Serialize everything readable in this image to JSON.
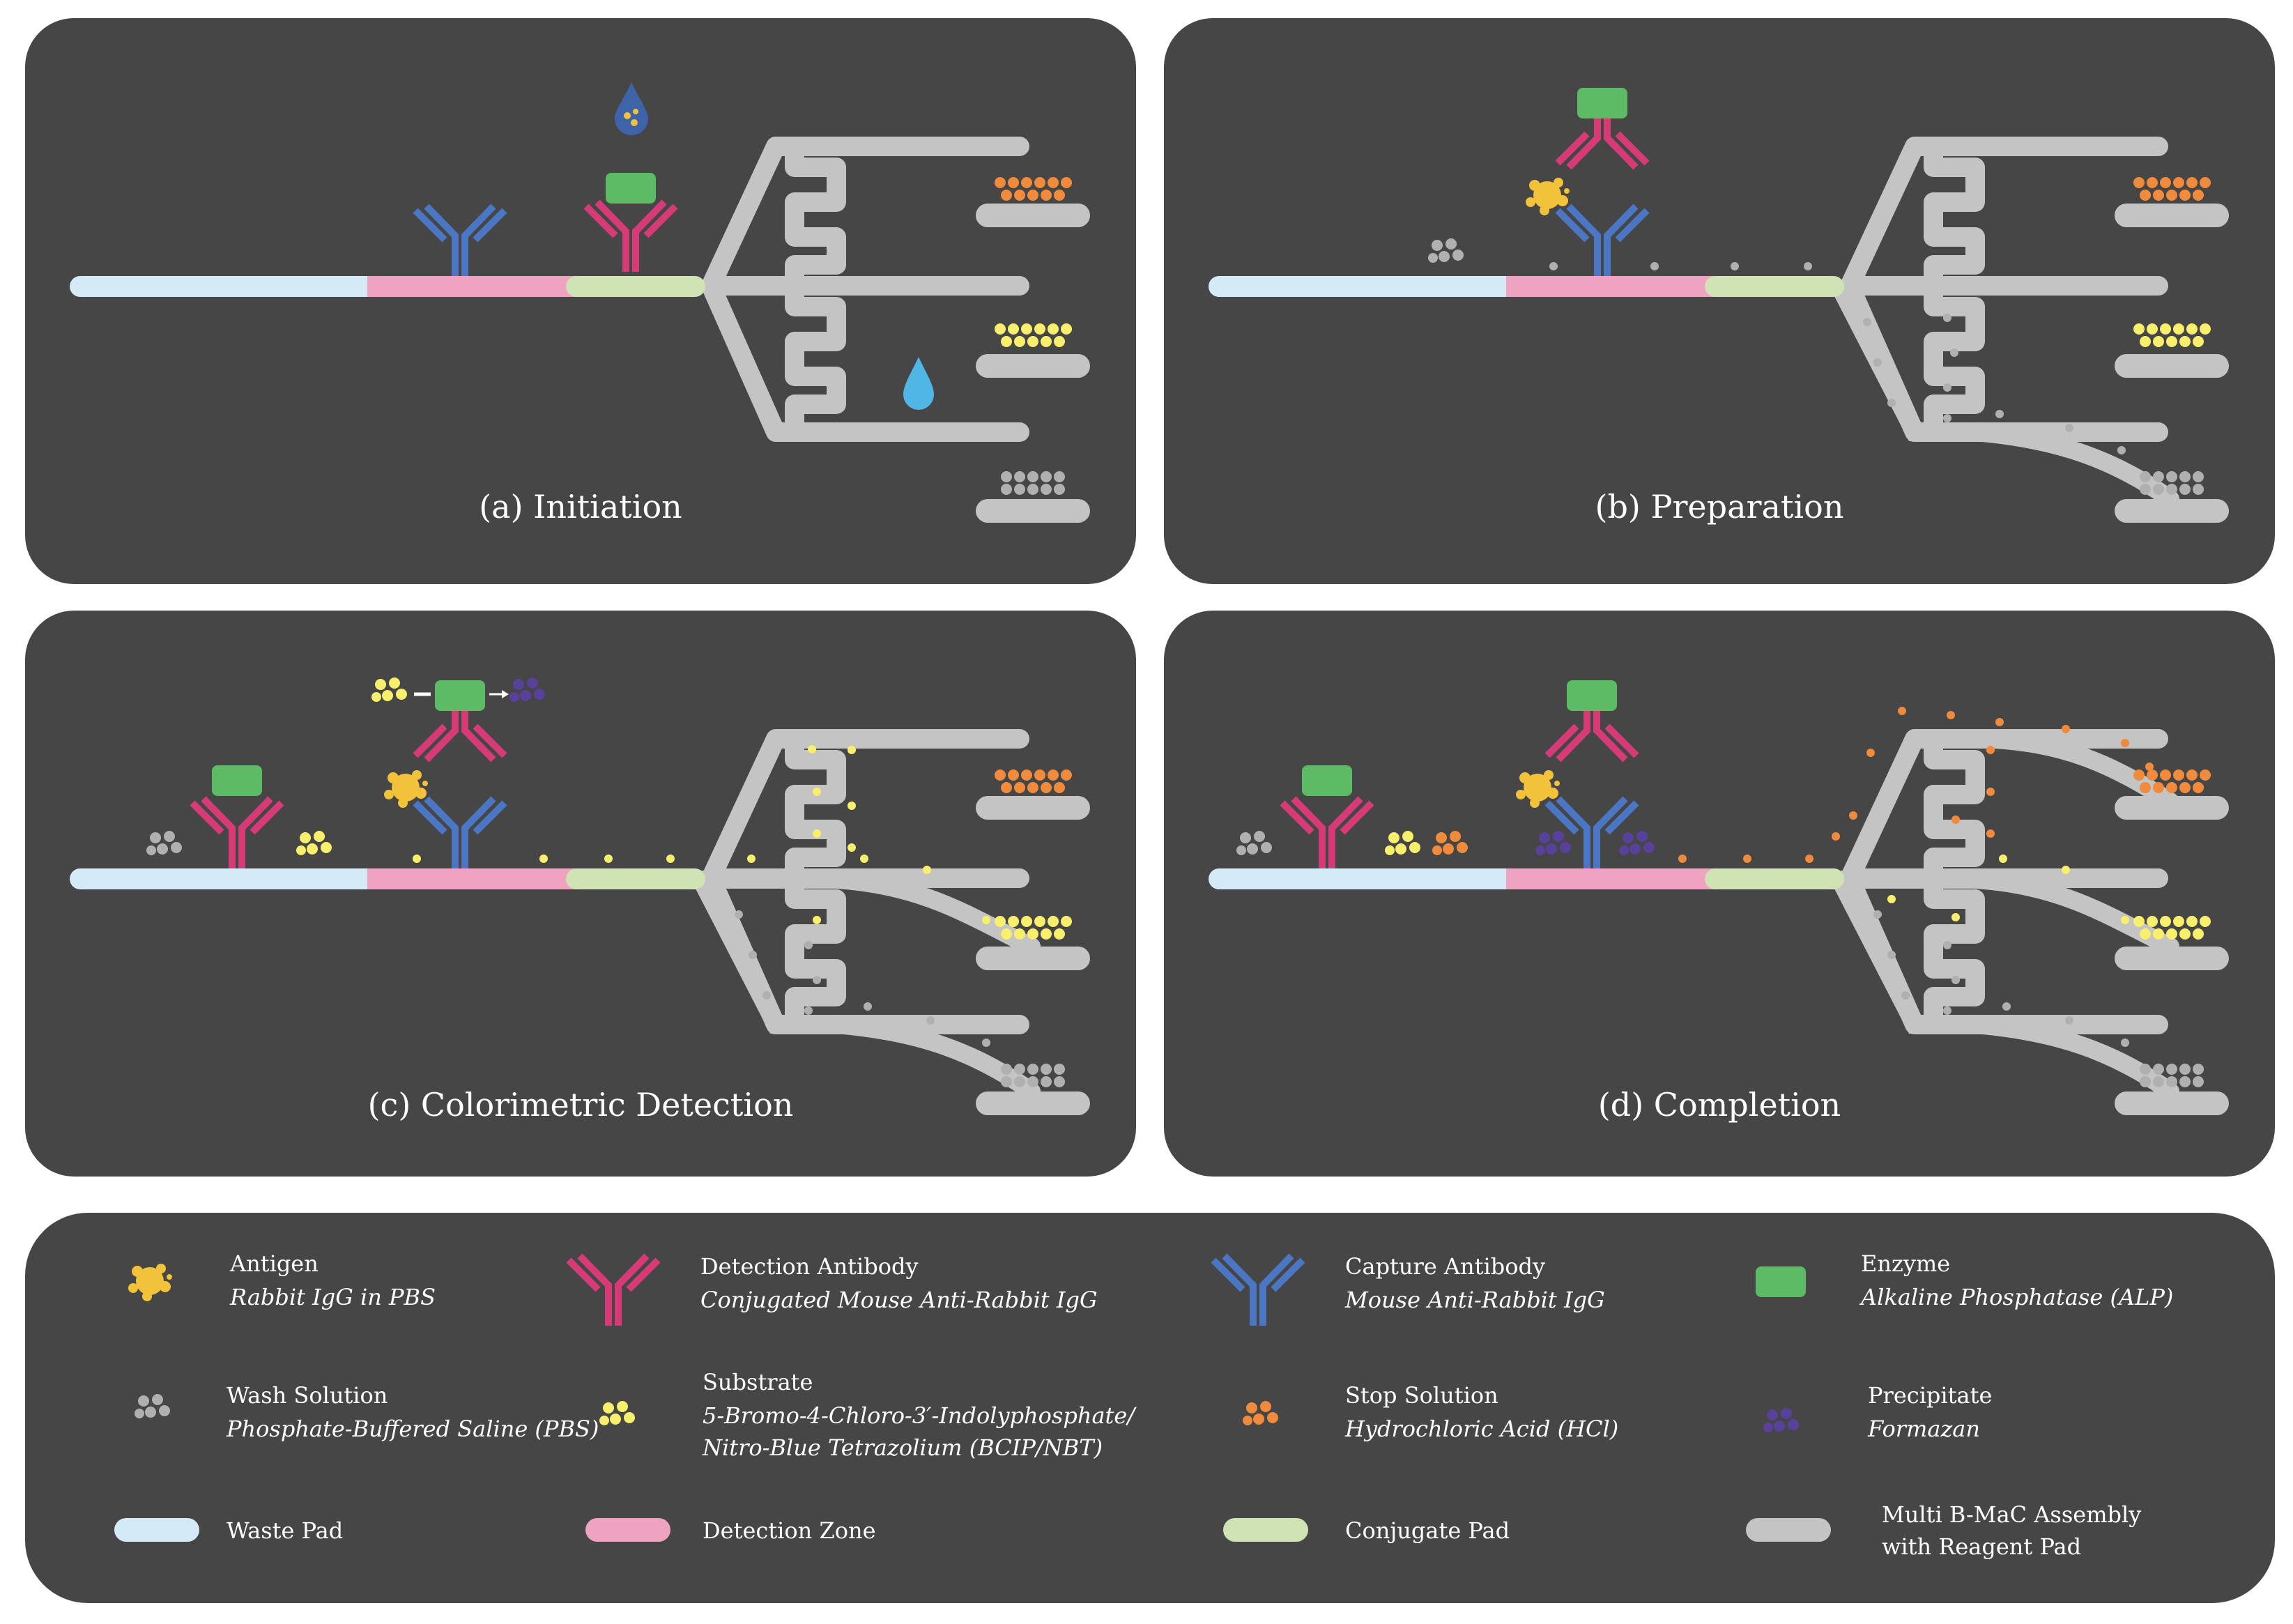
{
  "panels": [
    {
      "caption": "(a) Initiation"
    },
    {
      "caption": "(b) Preparation"
    },
    {
      "caption": "(c) Colorimetric Detection"
    },
    {
      "caption": "(d) Completion"
    }
  ],
  "legend": [
    {
      "title": "Antigen",
      "subtitle": "Rabbit IgG in PBS",
      "icon": "antigen-icon"
    },
    {
      "title": "Detection Antibody",
      "subtitle": "Conjugated Mouse Anti-Rabbit IgG",
      "icon": "detection-antibody-icon"
    },
    {
      "title": "Capture Antibody",
      "subtitle": "Mouse Anti-Rabbit IgG",
      "icon": "capture-antibody-icon"
    },
    {
      "title": "Enzyme",
      "subtitle": "Alkaline Phosphatase (ALP)",
      "icon": "enzyme-icon"
    },
    {
      "title": "Wash Solution",
      "subtitle": "Phosphate-Buffered Saline (PBS)",
      "icon": "wash-solution-icon"
    },
    {
      "title": "Substrate",
      "subtitle": "5-Bromo-4-Chloro-3′-Indolyphosphate/",
      "subtitle2": "Nitro-Blue Tetrazolium (BCIP/NBT)",
      "icon": "substrate-icon"
    },
    {
      "title": "Stop Solution",
      "subtitle": "Hydrochloric Acid (HCl)",
      "icon": "stop-solution-icon"
    },
    {
      "title": "Precipitate",
      "subtitle": "Formazan",
      "icon": "precipitate-icon"
    },
    {
      "title": "Waste Pad",
      "icon": "waste-pad-icon"
    },
    {
      "title": "Detection Zone",
      "icon": "detection-zone-icon"
    },
    {
      "title": "Conjugate Pad",
      "icon": "conjugate-pad-icon"
    },
    {
      "title": "Multi B-MaC Assembly",
      "title2": "with Reagent Pad",
      "icon": "multi-bmac-assembly-icon"
    }
  ],
  "colors": {
    "panel_bg": "#464646",
    "waste_pad": "#d4eaf7",
    "detection_zone": "#f0a3c1",
    "conjugate_pad": "#cfe3b5",
    "assembly": "#c4c4c4",
    "detection_antibody": "#d63a77",
    "capture_antibody": "#4a76c3",
    "enzyme": "#5cbb64",
    "antigen": "#f2c23a",
    "wash": "#b0b0b0",
    "substrate": "#f8ef6c",
    "stop": "#f08a3c",
    "precipitate": "#58419a",
    "drop": "#4fb6e6"
  }
}
